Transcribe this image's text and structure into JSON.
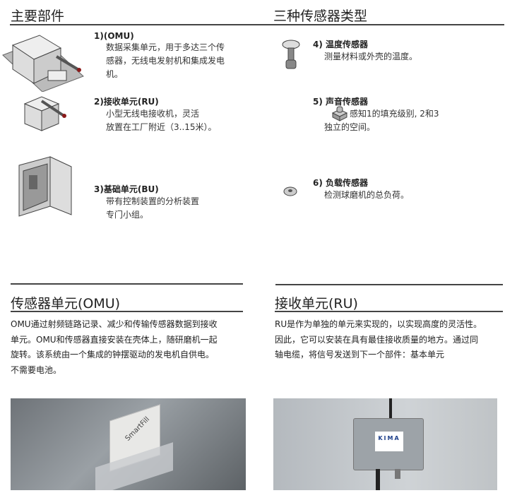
{
  "main_components": {
    "title": "主要部件",
    "items": [
      {
        "title": "1)(OMU)",
        "lines": [
          "数据采集单元，用于多达三个传",
          "感器，无线电发射机和集成发电",
          "机。"
        ]
      },
      {
        "title": "2)接收单元(RU)",
        "lines": [
          "小型无线电接收机，灵活",
          "放置在工厂附近（3..15米）。"
        ]
      },
      {
        "title": "3)基础单元(BU)",
        "lines": [
          "带有控制装置的分析装置",
          "专门小组。"
        ]
      }
    ]
  },
  "sensor_types": {
    "title": "三种传感器类型",
    "items": [
      {
        "title": "4) 温度传感器",
        "lines": [
          "测量材料或外壳的温度。"
        ]
      },
      {
        "title": "5) 声音传感器",
        "lines": [
          "感知1的填充级别, 2和3",
          "独立的空间。"
        ]
      },
      {
        "title": "6) 负载传感器",
        "lines": [
          "检测球磨机的总负荷。"
        ]
      }
    ]
  },
  "omu_section": {
    "title": "传感器单元(OMU)",
    "lines": [
      "OMU通过射频链路记录、减少和传输传感器数据到接收",
      "单元。OMU和传感器直接安装在壳体上，随研磨机一起",
      "旋转。该系统由一个集成的钟摆驱动的发电机自供电。",
      "不需要电池。"
    ],
    "photo_label": "SmartFill"
  },
  "ru_section": {
    "title": "接收单元(RU)",
    "lines": [
      "RU是作为单独的单元来实现的，以实现高度的灵活性。",
      "因此，它可以安装在具有最佳接收质量的地方。通过同",
      "轴电缆，将信号发送到下一个部件：基本单元"
    ],
    "photo_label": "KIMA"
  },
  "colors": {
    "rule": "#444444",
    "accent_red": "#8b1a1a"
  }
}
